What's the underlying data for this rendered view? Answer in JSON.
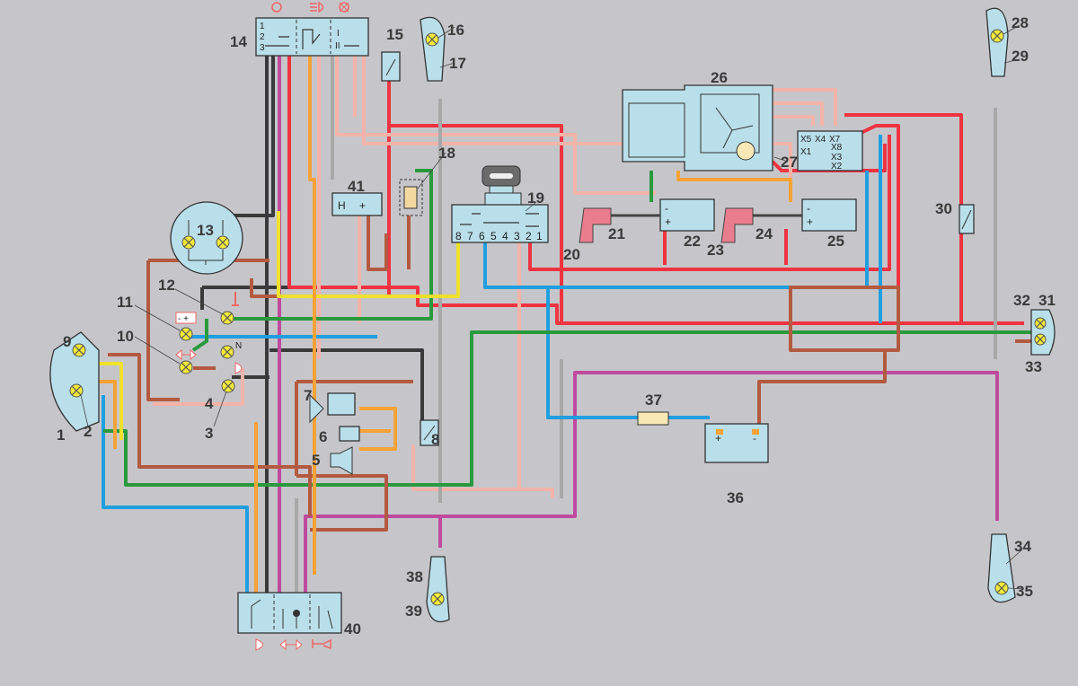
{
  "labels": [
    "1",
    "2",
    "3",
    "4",
    "5",
    "6",
    "7",
    "8",
    "9",
    "10",
    "11",
    "12",
    "13",
    "14",
    "15",
    "16",
    "17",
    "18",
    "19",
    "20",
    "21",
    "22",
    "23",
    "24",
    "25",
    "26",
    "27",
    "28",
    "29",
    "30",
    "31",
    "32",
    "33",
    "34",
    "35",
    "36",
    "37",
    "38",
    "39",
    "40",
    "41"
  ],
  "switch14_terminals": [
    "1",
    "2",
    "3",
    "I",
    "II"
  ],
  "ignition19_terminals": [
    "8",
    "7",
    "6",
    "5",
    "4",
    "3",
    "2",
    "1"
  ],
  "relay41_terminals": [
    "H",
    "+"
  ],
  "switch27_terminals": [
    "X5",
    "X4",
    "X7",
    "X1",
    "X8",
    "X3",
    "X2"
  ],
  "coil_terminals": [
    "-",
    "+"
  ],
  "battery_terminals": [
    "+",
    "-"
  ],
  "indicator_marks": {
    "charge": "- +",
    "neutral": "N"
  },
  "colors": {
    "background": "#c6c6ca",
    "box": "#b9dfea",
    "red": "#ef3340",
    "pink": "#f3b3a8",
    "blue": "#1f9fe0",
    "green": "#2a9a3e",
    "brown": "#b35a40",
    "black": "#3a3a3a",
    "purple": "#bf4a9e",
    "yellow": "#efe12c",
    "orange": "#f5a236"
  }
}
